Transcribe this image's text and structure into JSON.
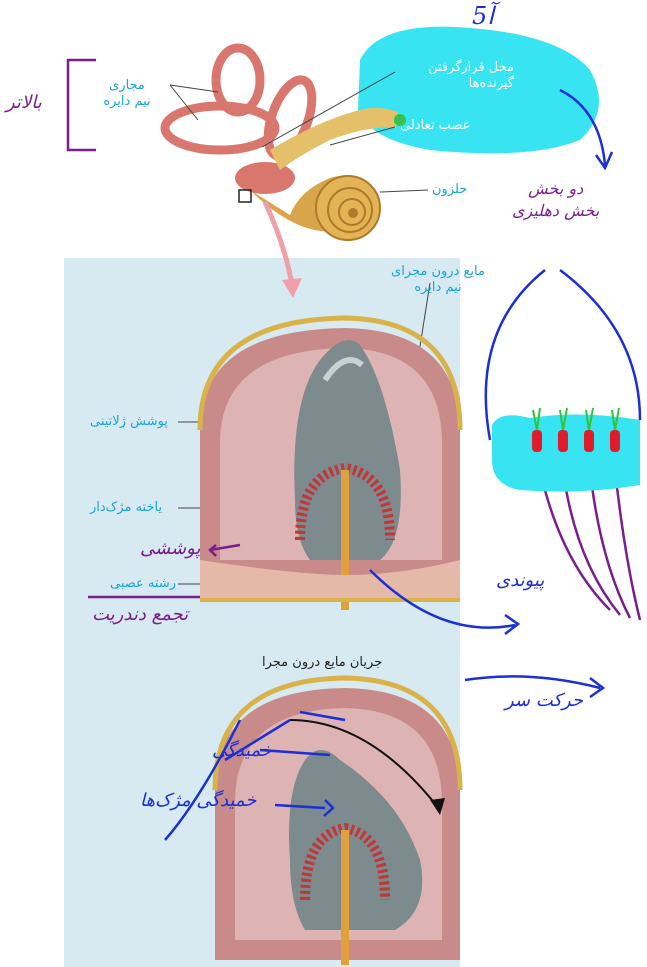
{
  "labels": {
    "semicircular_canals": [
      "مجاری",
      "نیم دایره"
    ],
    "receptor_site": [
      "محل قرارگرفتن",
      "گیرنده‌ها"
    ],
    "balance_nerve": "عصب تعادلی",
    "cochlea": "حلزون",
    "canal_fluid": [
      "مایع درون مجرای",
      "نیم دایره"
    ],
    "gelatinous_cover": "پوشش ژلاتینی",
    "hair_cell": "یاخته مژک‌دار",
    "nerve_fiber": "رشته عصبی",
    "fluid_flow": "جریان مایع درون مجرا"
  },
  "annotations": {
    "top_number": "آ5",
    "left_bracket_note": "بالاتر",
    "right_title": [
      "دو بخش",
      "بخش دهلیزی"
    ],
    "cover_note": "پوششی",
    "nerve_note": "تجمع دندریت",
    "link_note": "پیوندی",
    "head_motion": "حرکت سر",
    "bend1": "خمیدگی",
    "bend2": "خمیدگی مژک‌ها"
  },
  "colors": {
    "cyan_text": "#19a3d6",
    "blob": "#38e3f2",
    "purple_ink": "#7a1e8c",
    "blue_ink": "#1b2fd6",
    "panel_bg": "#d7eaf1",
    "tissue": "#c98a8a",
    "cupula": "#7d8a8e"
  }
}
